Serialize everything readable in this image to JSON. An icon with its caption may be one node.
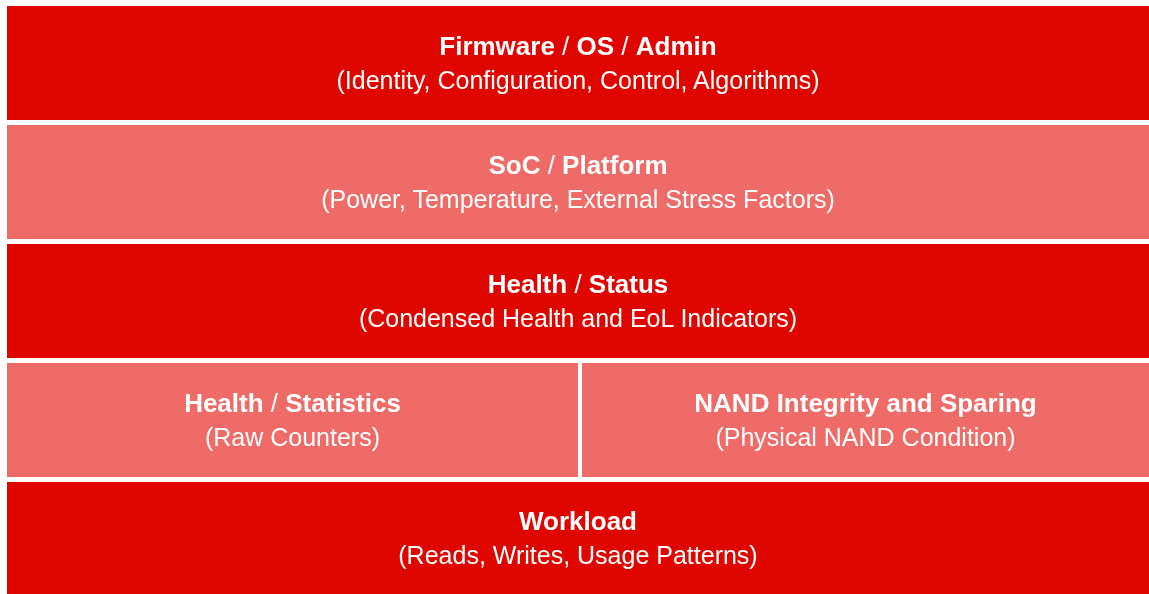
{
  "diagram": {
    "nodes": [
      {
        "text": [
          "**Firmware** / **OS** / **Admin**",
          "(Identity, Configuration, Control, Algorithms)"
        ]
      },
      {
        "text": [
          "**SoC** / **Platform**",
          "(Power, Temperature, External Stress Factors)"
        ]
      },
      {
        "text": [
          "**Health** / **Status**",
          "(Condensed Health and EoL Indicators)"
        ]
      },
      {
        "text": [
          "**Health** / **Statistics**",
          "(Raw Counters)"
        ]
      },
      {
        "text": [
          "NAND Integrity and Sparing",
          "(Physical NAND Condition)"
        ]
      },
      {
        "text": [
          "Workload",
          "(Reads, Writes, Usage Patterns)"
        ]
      }
    ],
    "edges": []
  }
}
